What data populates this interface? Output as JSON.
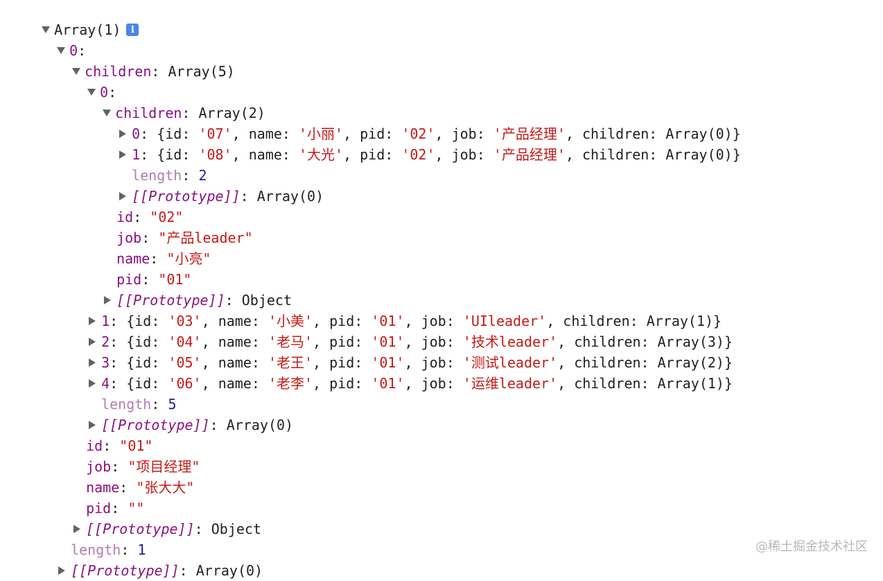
{
  "root": {
    "label": "Array(1)",
    "info_icon": "i"
  },
  "l0": {
    "key": "0"
  },
  "l0_children": {
    "key": "children",
    "val": "Array(5)"
  },
  "c0": {
    "key": "0"
  },
  "c0_children": {
    "key": "children",
    "val": "Array(2)"
  },
  "row07": {
    "idx": "0",
    "id": "'07'",
    "name": "'小丽'",
    "pid": "'02'",
    "job": "'产品经理'",
    "children": "Array(0)"
  },
  "row08": {
    "idx": "1",
    "id": "'08'",
    "name": "'大光'",
    "pid": "'02'",
    "job": "'产品经理'",
    "children": "Array(0)"
  },
  "c0_children_len": {
    "key": "length",
    "val": "2"
  },
  "c0_children_proto": {
    "key": "[[Prototype]]",
    "val": "Array(0)"
  },
  "c0_id": {
    "key": "id",
    "val": "\"02\""
  },
  "c0_job": {
    "key": "job",
    "val": "\"产品leader\""
  },
  "c0_name": {
    "key": "name",
    "val": "\"小亮\""
  },
  "c0_pid": {
    "key": "pid",
    "val": "\"01\""
  },
  "c0_proto": {
    "key": "[[Prototype]]",
    "val": "Object"
  },
  "row03": {
    "idx": "1",
    "id": "'03'",
    "name": "'小美'",
    "pid": "'01'",
    "job": "'UIleader'",
    "children": "Array(1)"
  },
  "row04": {
    "idx": "2",
    "id": "'04'",
    "name": "'老马'",
    "pid": "'01'",
    "job": "'技术leader'",
    "children": "Array(3)"
  },
  "row05": {
    "idx": "3",
    "id": "'05'",
    "name": "'老王'",
    "pid": "'01'",
    "job": "'测试leader'",
    "children": "Array(2)"
  },
  "row06": {
    "idx": "4",
    "id": "'06'",
    "name": "'老李'",
    "pid": "'01'",
    "job": "'运维leader'",
    "children": "Array(1)"
  },
  "l0_children_len": {
    "key": "length",
    "val": "5"
  },
  "l0_children_proto": {
    "key": "[[Prototype]]",
    "val": "Array(0)"
  },
  "l0_id": {
    "key": "id",
    "val": "\"01\""
  },
  "l0_job": {
    "key": "job",
    "val": "\"项目经理\""
  },
  "l0_name": {
    "key": "name",
    "val": "\"张大大\""
  },
  "l0_pid": {
    "key": "pid",
    "val": "\"\""
  },
  "l0_proto": {
    "key": "[[Prototype]]",
    "val": "Object"
  },
  "root_len": {
    "key": "length",
    "val": "1"
  },
  "root_proto": {
    "key": "[[Prototype]]",
    "val": "Array(0)"
  },
  "watermark": "@稀土掘金技术社区"
}
